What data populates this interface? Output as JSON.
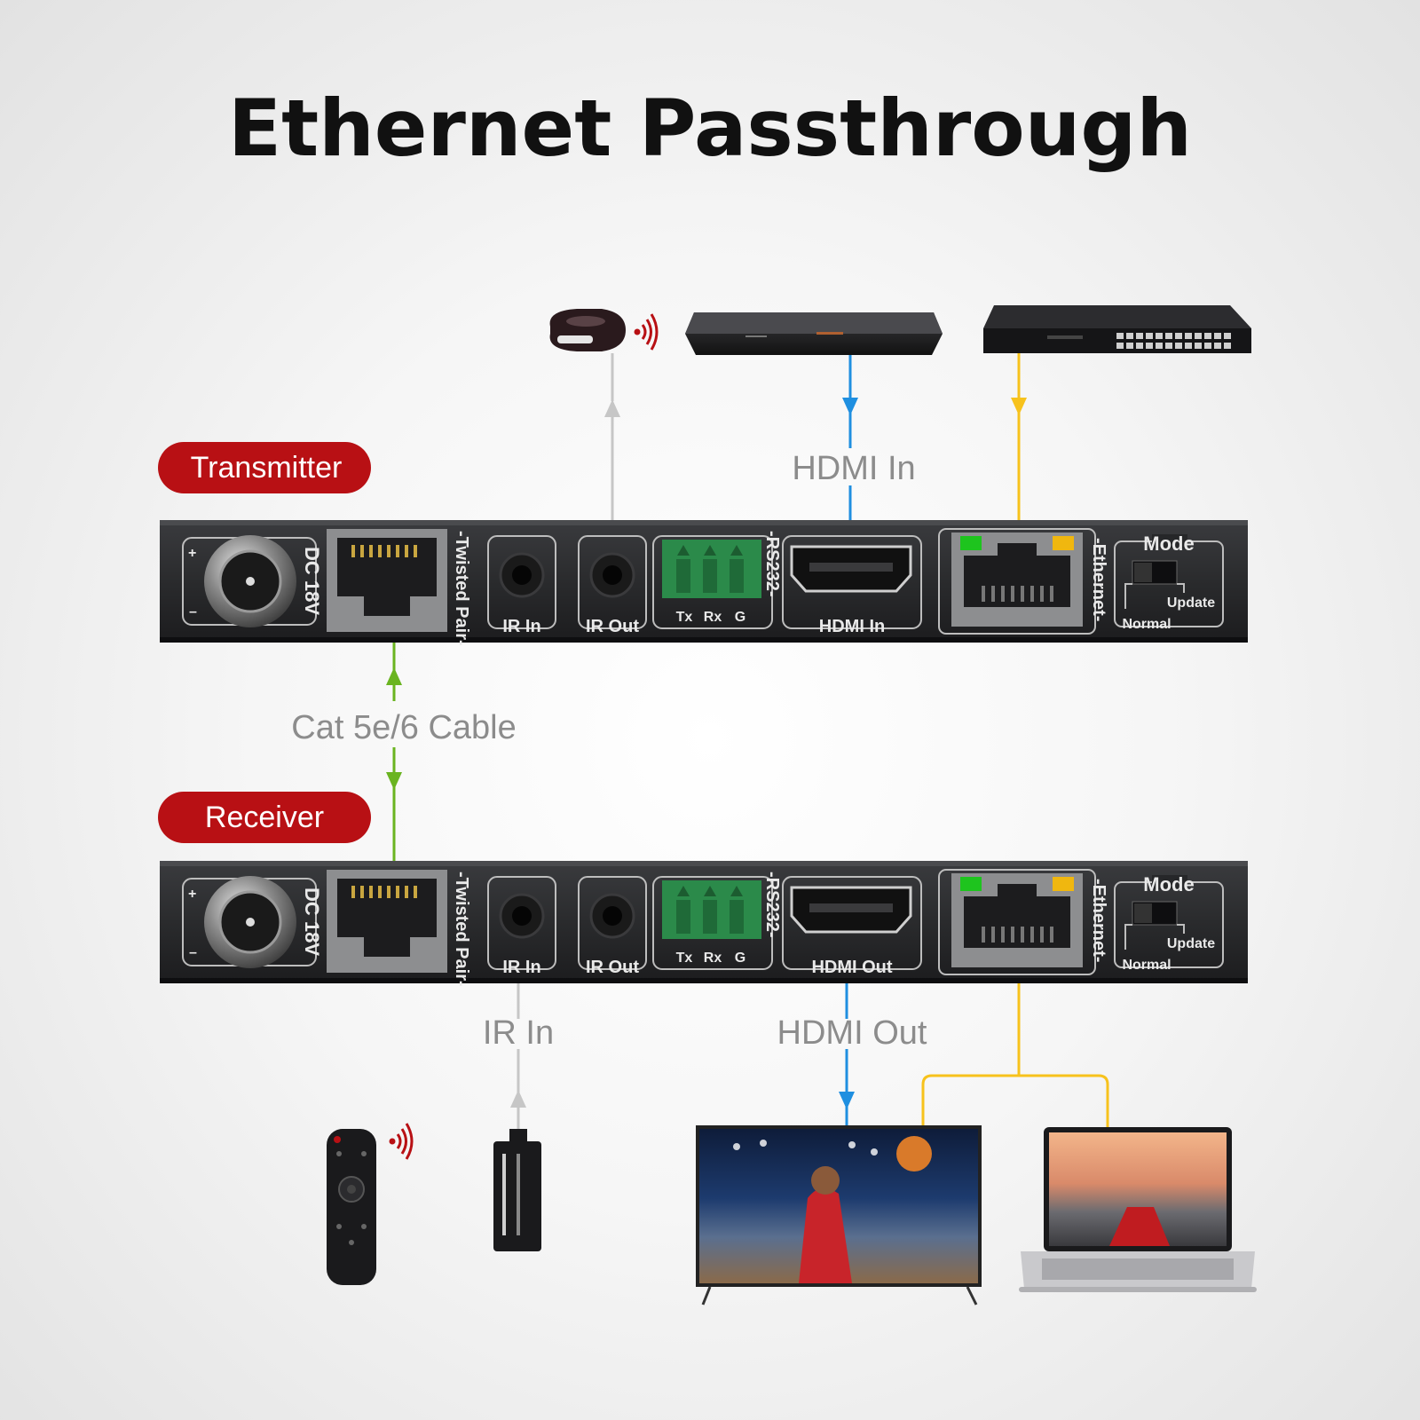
{
  "title": "Ethernet Passthrough",
  "badges": {
    "transmitter": "Transmitter",
    "receiver": "Receiver"
  },
  "flow_labels": {
    "hdmi_in": "HDMI In",
    "cat_cable": "Cat 5e/6 Cable",
    "ir_in": "IR In",
    "hdmi_out": "HDMI Out"
  },
  "ports": {
    "dc": "DC 18V",
    "twisted_pair": "-Twisted Pair-",
    "ir_in": "IR In",
    "ir_out": "IR Out",
    "rs232": "-RS232-",
    "tx": "Tx",
    "rx": "Rx",
    "g": "G",
    "hdmi_in": "HDMI In",
    "hdmi_out": "HDMI Out",
    "ethernet": "-Ethernet-",
    "mode": "Mode",
    "update": "Update",
    "normal": "Normal"
  },
  "colors": {
    "badge": "#b81014",
    "hdmi_line": "#1f8fe0",
    "ethernet_line": "#f7c21c",
    "cat_line": "#6ab420",
    "ir_line": "#c6c6c6",
    "panel": "#262729",
    "led_green": "#1ec41e",
    "led_amber": "#f0b70f",
    "terminal_green": "#2b8a4a"
  },
  "icons": [
    "ir-blaster-icon",
    "bluray-player-icon",
    "network-switch-icon",
    "remote-control-icon",
    "ir-receiver-icon",
    "tv-icon",
    "laptop-icon",
    "wifi-signal-icon"
  ]
}
